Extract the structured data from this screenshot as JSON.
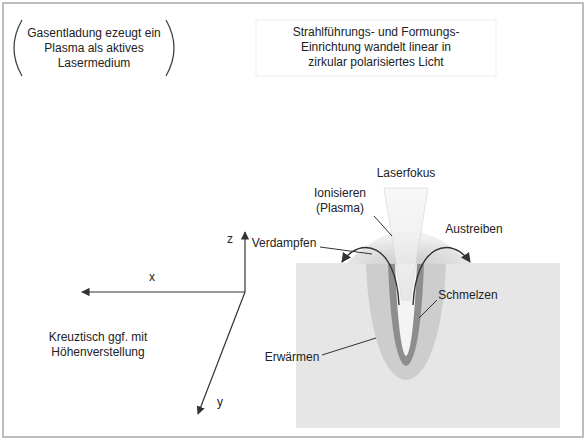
{
  "diagram": {
    "labels": [
      "Gasentladung ezeugt ein Plasma als aktives Lasermedium",
      "Strahlführungs- und Formungs- Einrichtung wandelt linear in zirkular polarisiertes Licht",
      "Laserfokus",
      "Ionisieren (Plasma)",
      "Verdampfen",
      "Austreiben",
      "Schmelzen",
      "Erwärmen",
      "x",
      "z",
      "y",
      "Kreuztisch ggf. mit Höhenverstellung"
    ]
  }
}
